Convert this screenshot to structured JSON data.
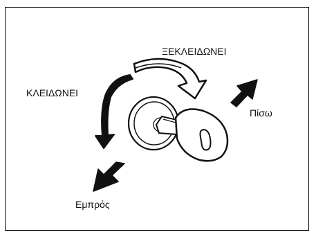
{
  "labels": {
    "unlock": "ΞΕΚΛΕΙΔΩΝΕΙ",
    "lock": "ΚΛΕΙΔΩΝΕΙ",
    "back": "Πίσω",
    "forward": "Εμπρός"
  },
  "colors": {
    "ink": "#111111",
    "paper": "#ffffff"
  },
  "icons": [
    "key-icon",
    "ignition-lock-icon",
    "rotate-arrow-icon",
    "straight-arrow-icon"
  ]
}
